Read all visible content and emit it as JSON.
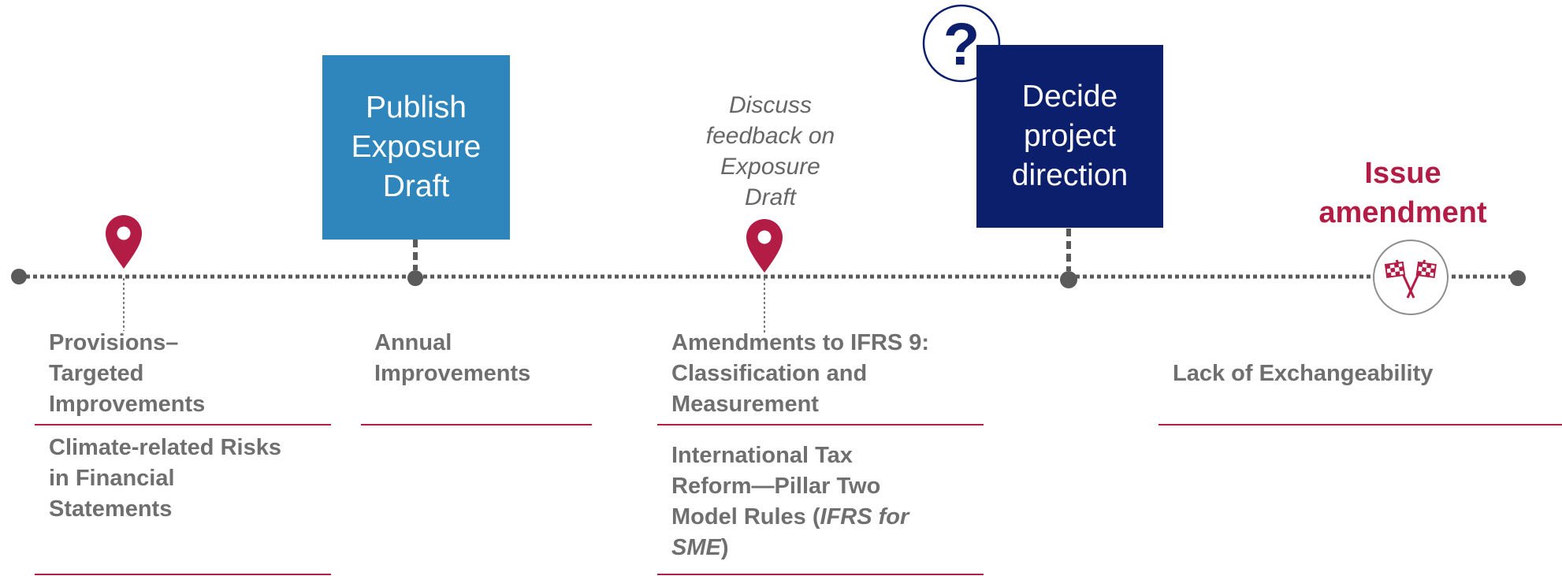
{
  "milestones": {
    "publish": {
      "line1": "Publish",
      "line2": "Exposure",
      "line3": "Draft"
    },
    "discuss": {
      "line1": "Discuss",
      "line2": "feedback on",
      "line3": "Exposure",
      "line4": "Draft"
    },
    "decide": {
      "line1": "Decide",
      "line2": "project",
      "line3": "direction"
    },
    "issue": {
      "line1": "Issue",
      "line2": "amendment"
    }
  },
  "projects": {
    "col1": {
      "p1": {
        "line1": "Provisions–",
        "line2": "Targeted",
        "line3": "Improvements"
      },
      "p2": {
        "line1": "Climate-related Risks",
        "line2": "in Financial",
        "line3": "Statements"
      }
    },
    "col2": {
      "p1": {
        "line1": "Annual",
        "line2": "Improvements"
      }
    },
    "col3": {
      "p1": {
        "line1": "Amendments to IFRS 9:",
        "line2": "Classification and",
        "line3": "Measurement"
      },
      "p2": {
        "line1": "International Tax",
        "line2": "Reform—Pillar Two",
        "line3a": "Model Rules (",
        "line3b": "IFRS for",
        "line4a": "SME",
        "line4b": ")"
      }
    },
    "col4": {
      "p1": {
        "line1": "Lack of Exchangeability"
      }
    }
  },
  "icons": [
    "location-pin-icon",
    "question-mark-icon",
    "checkered-flags-icon"
  ],
  "colors": {
    "light_box": "#2e86bc",
    "dark_box": "#0c1f6c",
    "accent": "#b21c45",
    "timeline": "#5a5a5a",
    "text_grey": "#6f6f6f"
  }
}
